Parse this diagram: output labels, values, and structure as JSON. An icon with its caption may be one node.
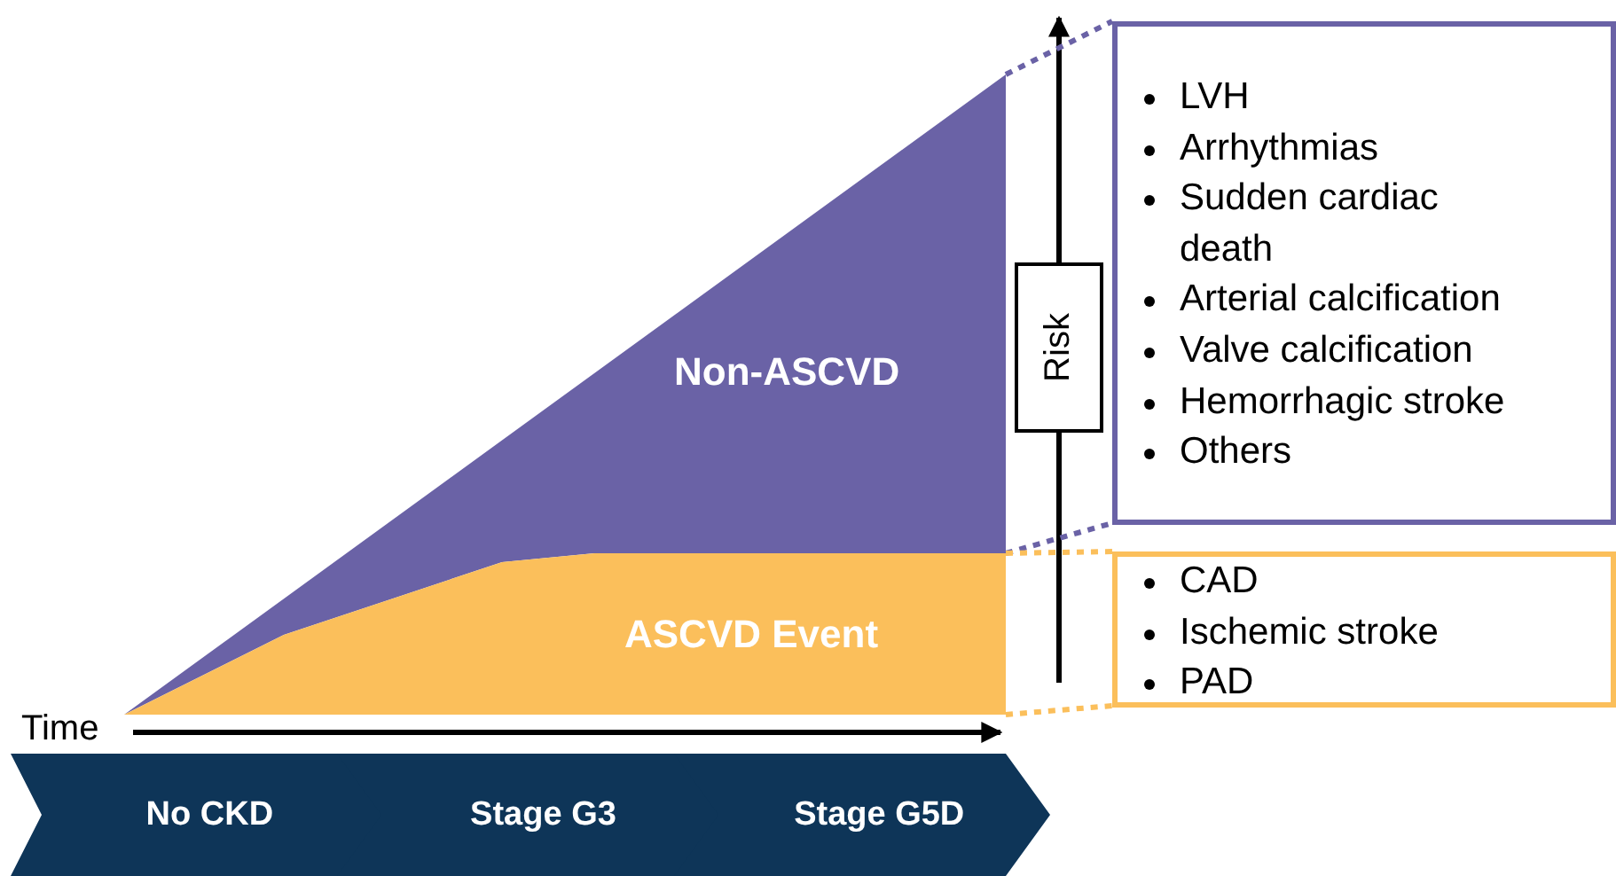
{
  "diagram": {
    "nodes": [
      {
        "text": [
          "Non-ASCVD"
        ]
      },
      {
        "text": [
          "ASCVD Event"
        ]
      },
      {
        "text": [
          "LVH",
          "Arrhythmias",
          "Sudden cardiac death",
          "Arterial calcification",
          "Valve calcification",
          "Hemorrhagic stroke",
          "Others"
        ]
      },
      {
        "text": [
          "CAD",
          "Ischemic stroke",
          "PAD"
        ]
      },
      {
        "text": [
          "Risk"
        ]
      },
      {
        "text": [
          "No CKD"
        ]
      },
      {
        "text": [
          "Stage G3"
        ]
      },
      {
        "text": [
          "Stage G5D"
        ]
      }
    ],
    "edges": [
      {
        "from": 0,
        "to": 2,
        "arrow": "none",
        "style": "dashed",
        "color": "#6a62a6"
      },
      {
        "from": 0,
        "to": 2,
        "arrow": "none",
        "style": "dashed",
        "color": "#6a62a6"
      },
      {
        "from": 1,
        "to": 3,
        "arrow": "none",
        "style": "dashed",
        "color": "#fbbf5b"
      },
      {
        "from": 1,
        "to": 3,
        "arrow": "none",
        "style": "dashed",
        "color": "#fbbf5b"
      }
    ],
    "labels": [
      "Time"
    ]
  }
}
